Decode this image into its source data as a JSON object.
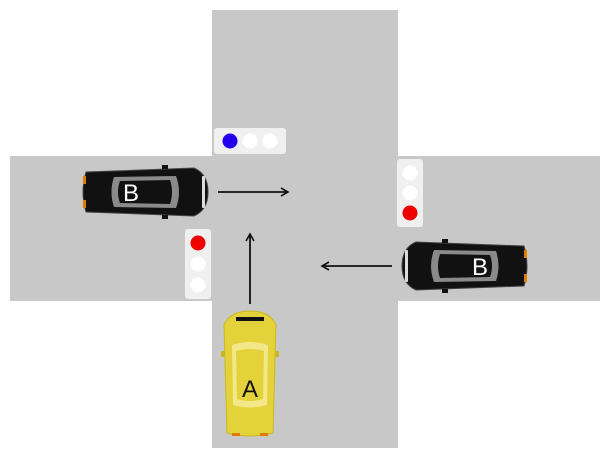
{
  "colors": {
    "road": "#c8c8c8",
    "background": "#ffffff",
    "car_a_body": "#e3d23a",
    "car_b_body": "#111111",
    "signal_housing": "#f0f0f0",
    "signal_off": "#ffffff",
    "signal_blue": "#2200ee",
    "signal_red": "#ee0000",
    "arrow": "#111111"
  },
  "cars": [
    {
      "id": "car-a",
      "label": "A",
      "color": "yellow",
      "direction": "north"
    },
    {
      "id": "car-b-west",
      "label": "B",
      "color": "black",
      "direction": "east"
    },
    {
      "id": "car-b-east",
      "label": "B",
      "color": "black",
      "direction": "west"
    }
  ],
  "signals": [
    {
      "id": "signal-north",
      "active": "blue",
      "lit_index": 0
    },
    {
      "id": "signal-east",
      "active": "red",
      "lit_index": 2
    },
    {
      "id": "signal-west",
      "active": "red",
      "lit_index": 0
    }
  ]
}
